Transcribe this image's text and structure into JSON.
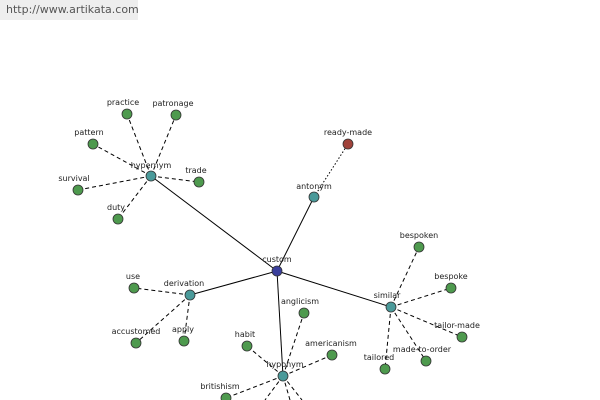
{
  "header": {
    "url": "http://www.artikata.com"
  },
  "colors": {
    "root": "#3a3f9c",
    "hub": "#4a9a9a",
    "leaf": "#4e9a4e",
    "antonym_target": "#a0423a"
  },
  "graph": {
    "root": {
      "id": "custom",
      "label": "custom"
    },
    "relations": [
      {
        "id": "hypernym",
        "label": "hypernym",
        "words": [
          {
            "id": "practice",
            "label": "practice"
          },
          {
            "id": "patronage",
            "label": "patronage"
          },
          {
            "id": "pattern",
            "label": "pattern"
          },
          {
            "id": "survival",
            "label": "survival"
          },
          {
            "id": "trade",
            "label": "trade"
          },
          {
            "id": "duty",
            "label": "duty"
          }
        ]
      },
      {
        "id": "antonym",
        "label": "antonym",
        "words": [
          {
            "id": "ready-made",
            "label": "ready-made"
          }
        ]
      },
      {
        "id": "derivation",
        "label": "derivation",
        "words": [
          {
            "id": "use",
            "label": "use"
          },
          {
            "id": "accustomed",
            "label": "accustomed"
          },
          {
            "id": "apply",
            "label": "apply"
          }
        ]
      },
      {
        "id": "similar",
        "label": "similar",
        "words": [
          {
            "id": "bespoken",
            "label": "bespoken"
          },
          {
            "id": "bespoke",
            "label": "bespoke"
          },
          {
            "id": "tailor-made",
            "label": "tailor-made"
          },
          {
            "id": "made-to-order",
            "label": "made-to-order"
          },
          {
            "id": "tailored",
            "label": "tailored"
          }
        ]
      },
      {
        "id": "hyponym",
        "label": "hyponym",
        "words": [
          {
            "id": "anglicism",
            "label": "anglicism"
          },
          {
            "id": "habit",
            "label": "habit"
          },
          {
            "id": "americanism",
            "label": "americanism"
          },
          {
            "id": "britishism",
            "label": "britishism"
          }
        ]
      }
    ]
  }
}
